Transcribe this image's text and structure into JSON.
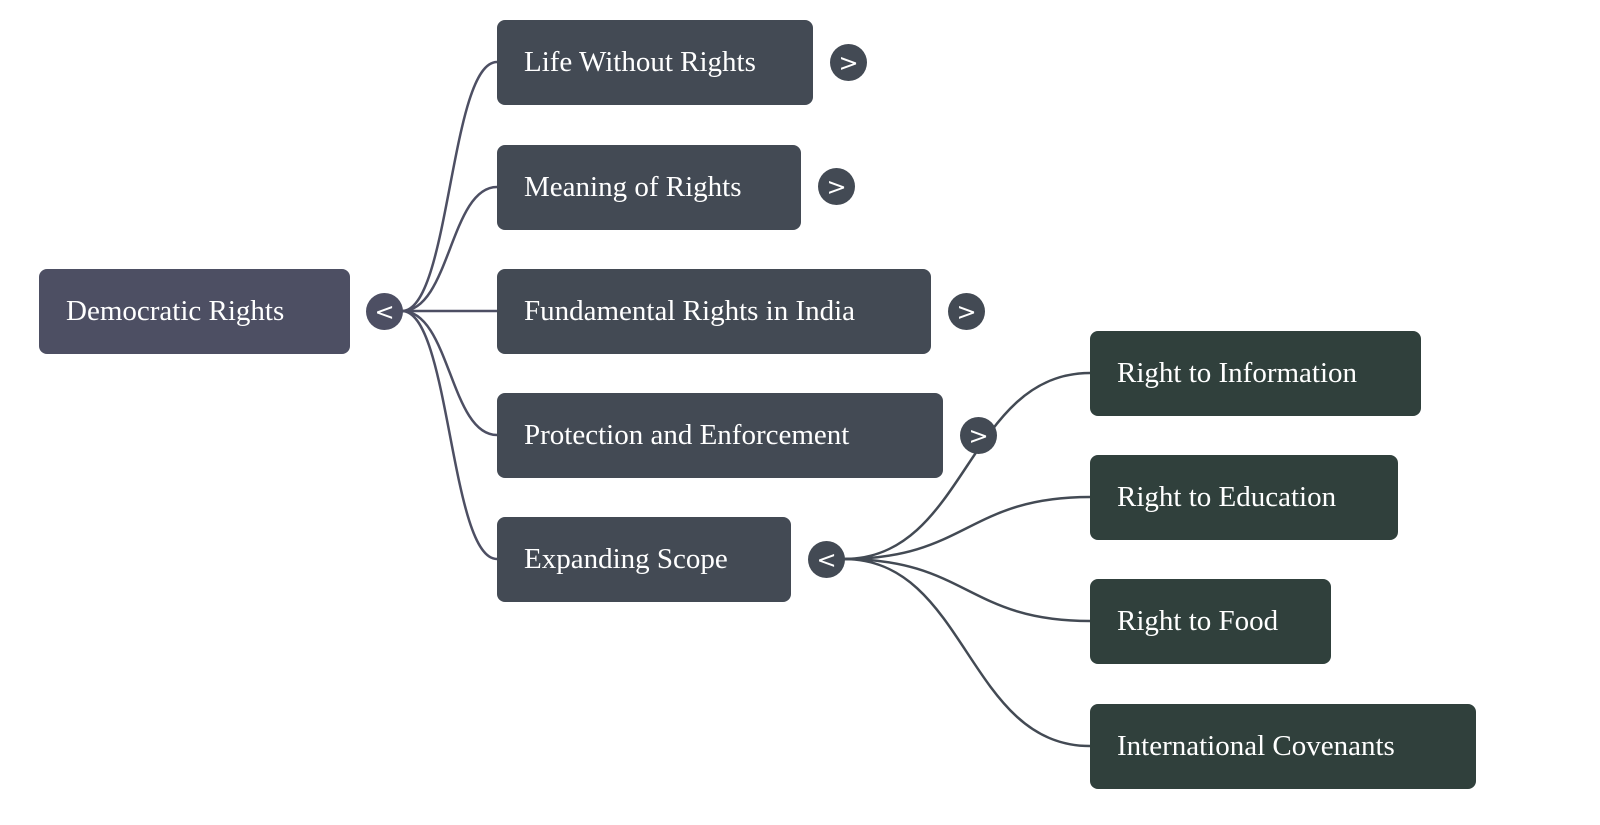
{
  "root": {
    "label": "Democratic Rights",
    "toggle": "<"
  },
  "children": [
    {
      "label": "Life Without Rights",
      "toggle": ">"
    },
    {
      "label": "Meaning of Rights",
      "toggle": ">"
    },
    {
      "label": "Fundamental Rights in India",
      "toggle": ">"
    },
    {
      "label": "Protection and Enforcement",
      "toggle": ">"
    },
    {
      "label": "Expanding Scope",
      "toggle": "<",
      "children": [
        {
          "label": "Right to Information"
        },
        {
          "label": "Right to Education"
        },
        {
          "label": "Right to Food"
        },
        {
          "label": "International Covenants"
        }
      ]
    }
  ],
  "colors": {
    "root": "#4d4f63",
    "level1": "#434a54",
    "level2": "#30403c",
    "link": "#4d4f63"
  }
}
